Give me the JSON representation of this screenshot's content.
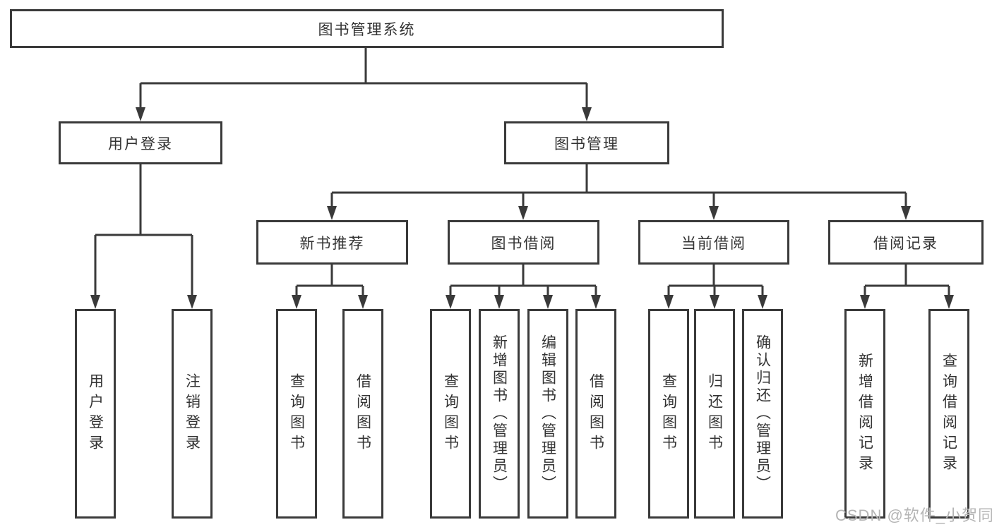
{
  "diagram_type": "hierarchy-tree",
  "colors": {
    "line": "#3a3a3a",
    "box_border": "#3a3a3a",
    "text": "#333333",
    "background": "#ffffff",
    "watermark": "#b5b5b5"
  },
  "tree": {
    "label": "图书管理系统",
    "children": [
      {
        "label": "用户登录",
        "children": [
          {
            "label": "用户登录"
          },
          {
            "label": "注销登录"
          }
        ]
      },
      {
        "label": "图书管理",
        "children": [
          {
            "label": "新书推荐",
            "children": [
              {
                "label": "查询图书"
              },
              {
                "label": "借阅图书"
              }
            ]
          },
          {
            "label": "图书借阅",
            "children": [
              {
                "label": "查询图书"
              },
              {
                "label": "新增图书（管理员）"
              },
              {
                "label": "编辑图书（管理员）"
              },
              {
                "label": "借阅图书"
              }
            ]
          },
          {
            "label": "当前借阅",
            "children": [
              {
                "label": "查询图书"
              },
              {
                "label": "归还图书"
              },
              {
                "label": "确认归还（管理员）"
              }
            ]
          },
          {
            "label": "借阅记录",
            "children": [
              {
                "label": "新增借阅记录"
              },
              {
                "label": "查询借阅记录"
              }
            ]
          }
        ]
      }
    ]
  },
  "watermark": {
    "text": "CSDN @软件_小贺同学"
  }
}
